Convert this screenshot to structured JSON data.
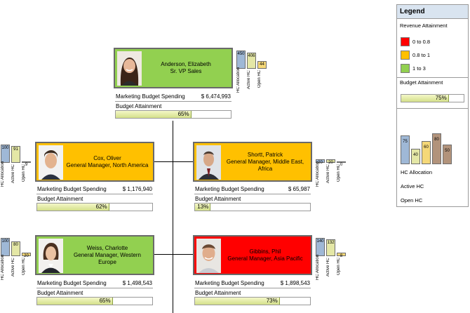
{
  "colors": {
    "green": "#92d050",
    "orange": "#ffc000",
    "red": "#ff0000",
    "hc_alloc": "#9fb8d6",
    "active_hc": "#e4e7a6",
    "open_hc": "#f5d878",
    "legend_brown": "#b2937b"
  },
  "labels": {
    "marketing_budget": "Marketing Budget Spending",
    "budget_attainment": "Budget Attainment",
    "hc_allocation": "HC Allocation",
    "active_hc": "Active HC",
    "open_hc": "Open HC"
  },
  "people": [
    {
      "name": "Anderson, Elizabeth",
      "title": "Sr. VP Sales",
      "status": "green",
      "spending": "$ 6,474,993",
      "attainment_text": "65%",
      "attainment": 0.65,
      "hc": {
        "allocation": 450,
        "active": 406,
        "open": 44,
        "alloc_bar": 1.0,
        "active_bar": 0.9,
        "open_bar": 0.44
      }
    },
    {
      "name": "Cox, Oliver",
      "title": "General Manager,  North America",
      "status": "orange",
      "spending": "$ 1,176,940",
      "attainment_text": "62%",
      "attainment": 0.62,
      "hc": {
        "allocation": 100,
        "active": 91,
        "open": 9,
        "alloc_bar": 1.0,
        "active_bar": 0.91,
        "open_bar": 0.09
      }
    },
    {
      "name": "Shortt, Patrick",
      "title": "General Manager, Middle East, Africa",
      "status": "orange",
      "spending": "$ 65,987",
      "attainment_text": "13%",
      "attainment": 0.13,
      "hc": {
        "allocation": 20,
        "active": 20,
        "open": 0,
        "alloc_bar": 0.2,
        "active_bar": 0.2,
        "open_bar": 0.0
      }
    },
    {
      "name": "Weiss, Charlotte",
      "title": "General Manager, Western Europe",
      "status": "green",
      "spending": "$ 1,498,543",
      "attainment_text": "65%",
      "attainment": 0.65,
      "hc": {
        "allocation": 100,
        "active": 80,
        "open": 20,
        "alloc_bar": 1.0,
        "active_bar": 0.8,
        "open_bar": 0.2
      }
    },
    {
      "name": "Gibbins, Phil",
      "title": "General Manager, Asia Pacific",
      "status": "red",
      "spending": "$ 1,898,543",
      "attainment_text": "73%",
      "attainment": 0.73,
      "hc": {
        "allocation": 140,
        "active": 132,
        "open": 8,
        "alloc_bar": 1.0,
        "active_bar": 0.94,
        "open_bar": 0.2
      }
    }
  ],
  "legend": {
    "title": "Legend",
    "revenue_heading": "Revenue Attainment",
    "ranges": [
      {
        "label": "0 to 0.8",
        "color": "#ff0000"
      },
      {
        "label": "0.8 to 1",
        "color": "#ffc000"
      },
      {
        "label": "1 to 3",
        "color": "#92d050"
      }
    ],
    "budget_heading": "Budget Attainment",
    "budget_example_text": "75%",
    "budget_example": 0.75,
    "bars": [
      {
        "value": "75",
        "level": 0.75,
        "color": "#9fb8d6"
      },
      {
        "value": "40",
        "level": 0.4,
        "color": "#e4e7a6"
      },
      {
        "value": "60",
        "level": 0.6,
        "color": "#f5d878"
      },
      {
        "value": "80",
        "level": 0.8,
        "color": "#b2937b"
      },
      {
        "value": "50",
        "level": 0.5,
        "color": "#b2937b"
      }
    ],
    "hc_allocation": "HC Allocation",
    "active_hc": "Active HC",
    "open_hc": "Open HC"
  }
}
